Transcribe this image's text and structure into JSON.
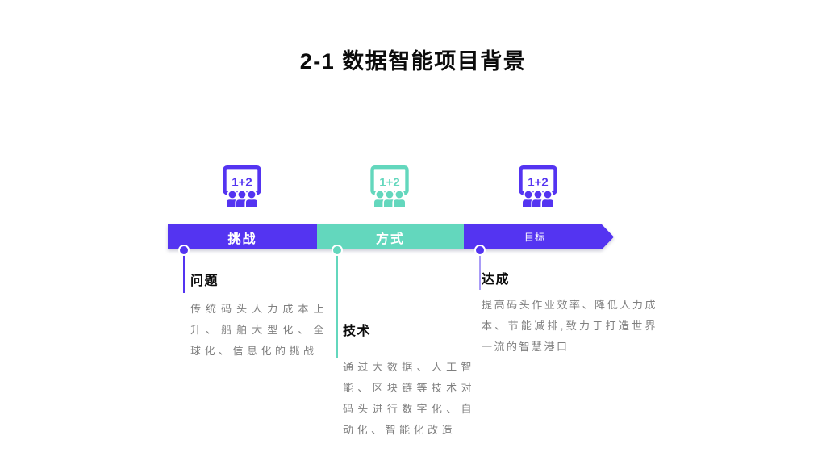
{
  "title": "2-1 数据智能项目背景",
  "colors": {
    "purple": "#5434F1",
    "teal": "#63D7BD",
    "light_purple_line": "#A99CF7",
    "heading_text": "#0C0C0C",
    "body_text": "#7F7F7F"
  },
  "icons": [
    {
      "text": "1+2",
      "color": "#5434F1"
    },
    {
      "text": "1+2",
      "color": "#63D7BD"
    },
    {
      "text": "1+2",
      "color": "#5434F1"
    }
  ],
  "timeline": {
    "segments": [
      {
        "label": "挑战",
        "color": "#5434F1"
      },
      {
        "label": "方式",
        "color": "#63D7BD"
      },
      {
        "label": "目标",
        "color": "#5434F1"
      }
    ]
  },
  "blocks": [
    {
      "heading": "问题",
      "body": "传统码头人力成本上升、船舶大型化、全球化、信息化的挑战"
    },
    {
      "heading": "技术",
      "body": "通过大数据、人工智能、区块链等技术对码头进行数字化、自动化、智能化改造"
    },
    {
      "heading": "达成",
      "body": "提高码头作业效率、降低人力成本、节能减排,致力于打造世界一流的智慧港口"
    }
  ]
}
